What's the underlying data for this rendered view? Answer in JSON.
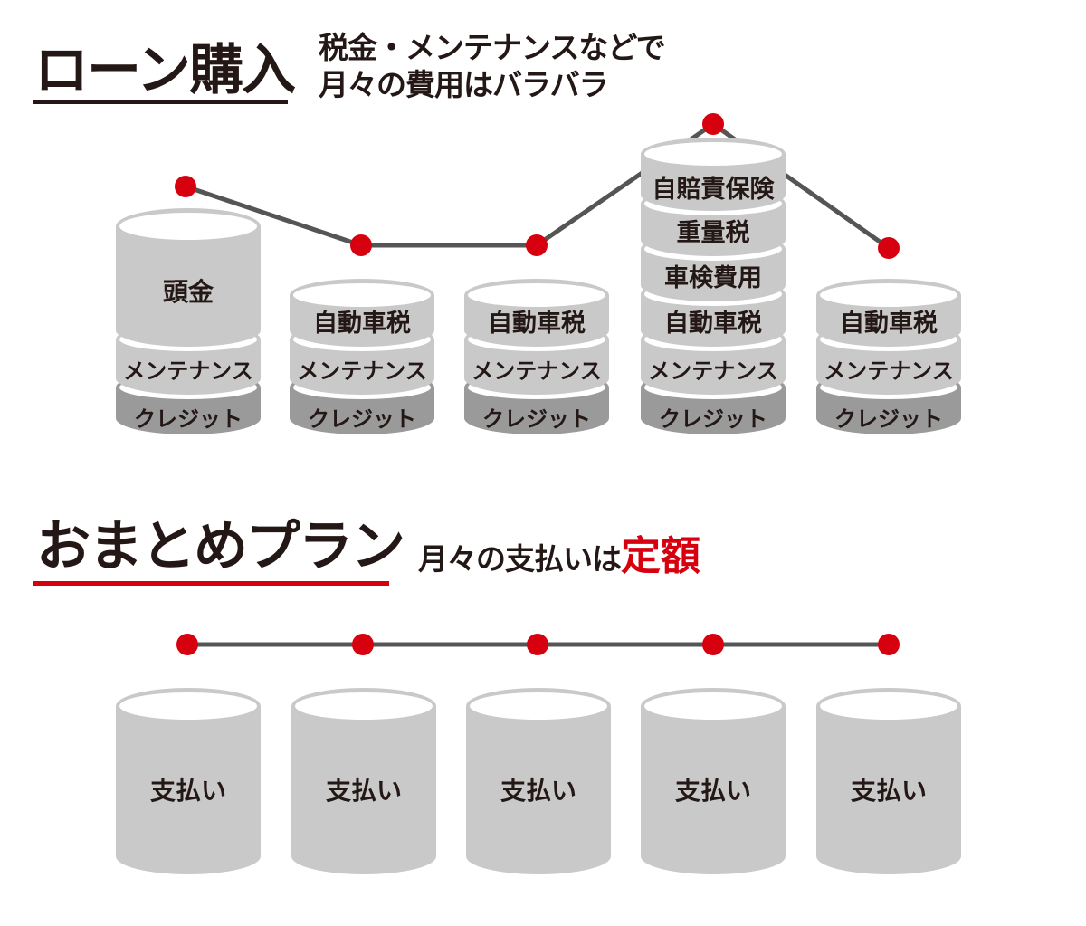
{
  "colors": {
    "accent_red": "#d7000f",
    "text_dark": "#231815",
    "line_gray": "#555555",
    "cylinder_light": "#c9c9c9",
    "cylinder_dark": "#9a9a9a",
    "cylinder_top": "#ffffff"
  },
  "loan": {
    "title": "ローン購入",
    "subtitle_line1": "税金・メンテナンスなどで",
    "subtitle_line2": "月々の費用はバラバラ",
    "stacks": [
      {
        "layers": [
          "頭金",
          "メンテナンス",
          "クレジット"
        ]
      },
      {
        "layers": [
          "自動車税",
          "メンテナンス",
          "クレジット"
        ]
      },
      {
        "layers": [
          "自動車税",
          "メンテナンス",
          "クレジット"
        ]
      },
      {
        "layers": [
          "自賠責保険",
          "重量税",
          "車検費用",
          "自動車税",
          "メンテナンス",
          "クレジット"
        ]
      },
      {
        "layers": [
          "自動車税",
          "メンテナンス",
          "クレジット"
        ]
      }
    ]
  },
  "plan": {
    "title": "おまとめプラン",
    "subtitle_prefix": "月々の支払いは",
    "subtitle_accent": "定額",
    "cylinders": [
      "支払い",
      "支払い",
      "支払い",
      "支払い",
      "支払い"
    ]
  }
}
